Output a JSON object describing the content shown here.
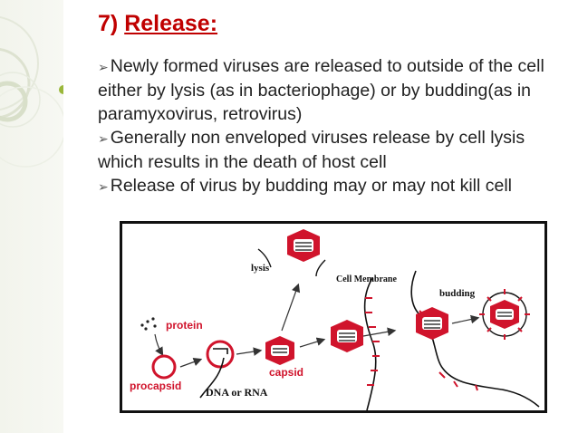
{
  "slide": {
    "title_number": "7)",
    "title_word": "Release:",
    "bullets": [
      {
        "marker": "➢",
        "text": "Newly formed viruses are released to outside of the cell either by lysis (as in bacteriophage) or by budding(as in paramyxovirus, retrovirus)"
      },
      {
        "marker": "➢",
        "text": "Generally non enveloped viruses release by cell lysis which results in the death of host cell"
      },
      {
        "marker": "➢",
        "text": "Release of virus by budding may or may not kill cell"
      }
    ]
  },
  "diagram": {
    "labels": {
      "lysis": "lysis",
      "cell_membrane": "Cell Membrane",
      "budding": "budding",
      "protein": "protein",
      "capsid": "capsid",
      "procapsid": "procapsid",
      "dna_or_rna": "DNA or RNA"
    },
    "colors": {
      "virus_red": "#d0142c",
      "title_red": "#c00000",
      "frame": "#111111"
    }
  }
}
